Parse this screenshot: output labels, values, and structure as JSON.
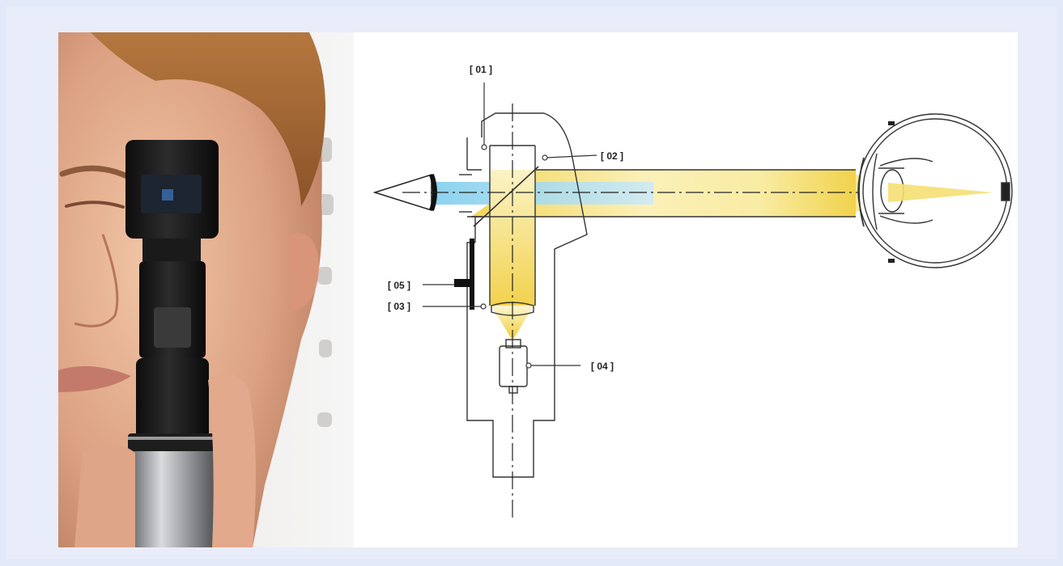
{
  "figure": {
    "photo_subject": "person using handheld ophthalmoscope",
    "callouts": [
      {
        "id": "01",
        "text": "[ 01 ]"
      },
      {
        "id": "02",
        "text": "[ 02 ]"
      },
      {
        "id": "03",
        "text": "[ 03 ]"
      },
      {
        "id": "04",
        "text": "[ 04 ]"
      },
      {
        "id": "05",
        "text": "[ 05 ]"
      }
    ],
    "colors": {
      "background": "#e3e9f8",
      "illumination_beam": "#f5e07a",
      "observation_beam": "#8fd3ee",
      "line": "#333333"
    }
  }
}
